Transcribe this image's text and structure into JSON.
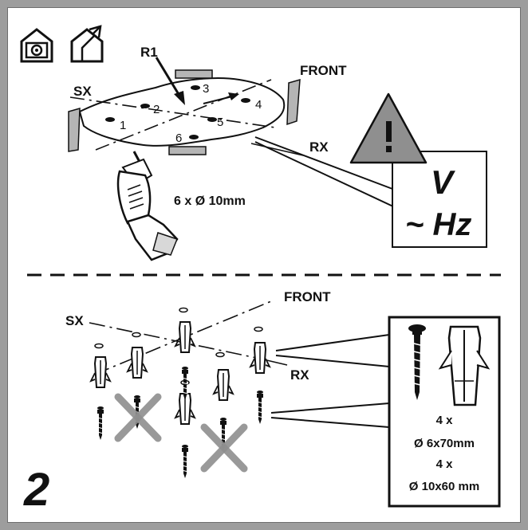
{
  "top": {
    "label_r1": "R1",
    "label_front": "FRONT",
    "label_sx": "SX",
    "label_rx": "RX",
    "hole_numbers": [
      "1",
      "2",
      "3",
      "4",
      "5",
      "6"
    ],
    "drill_spec": "6 x Ø 10mm",
    "warning": {
      "voltage": "V",
      "frequency": "~ Hz"
    }
  },
  "bottom": {
    "label_front": "FRONT",
    "label_sx": "SX",
    "label_rx": "RX",
    "specs": [
      "4 x",
      "Ø 6x70mm",
      "4 x",
      "Ø 10x60 mm"
    ]
  },
  "step_number": "2",
  "icons": [
    "hood-ducted-icon",
    "hood-recirculating-icon",
    "warning-triangle-icon",
    "drill-icon",
    "screw-icon",
    "wall-plug-icon",
    "cross-out-icon"
  ],
  "colors": {
    "frame": "#9d9d9d",
    "ink": "#111111",
    "warning_fill": "#8f8f8f",
    "plate": "#b5b5b5"
  }
}
